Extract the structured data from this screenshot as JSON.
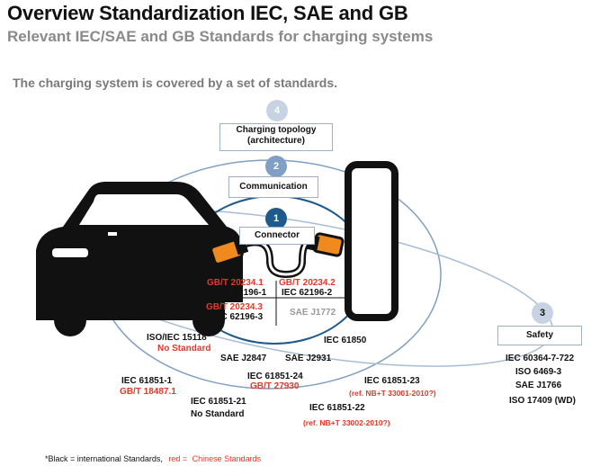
{
  "header": {
    "title": "Overview Standardization IEC, SAE and GB",
    "subtitle": "Relevant IEC/SAE and GB Standards for charging systems",
    "intro": "The charging system is covered by a set of  standards."
  },
  "circles": {
    "c4": {
      "number": "4",
      "label_line1": "Charging topology",
      "label_line2": "(architecture)"
    },
    "c2": {
      "number": "2",
      "label": "Communication"
    },
    "c1": {
      "number": "1",
      "label": "Connector"
    },
    "c3": {
      "number": "3",
      "label": "Safety"
    }
  },
  "connector_standards": {
    "gbt_20234_1": "GB/T 20234.1",
    "gbt_20234_2": "GB/T 20234.2",
    "iec_62196_1": "IEC 62196-1",
    "iec_62196_2": "IEC 62196-2",
    "gbt_20234_3": "GB/T 20234.3",
    "iec_62196_3": "IEC 62196-3",
    "sae_j1772": "SAE J1772"
  },
  "communication_standards": {
    "iso_iec_15118": "ISO/IEC 15118",
    "no_standard_1": "No Standard",
    "iec_61850": "IEC 61850",
    "sae_j2847": "SAE J2847",
    "sae_j2931": "SAE J2931"
  },
  "topology_standards": {
    "iec_61851_1": "IEC 61851-1",
    "gbt_18487_1": "GB/T 18487.1",
    "iec_61851_24": "IEC 61851-24",
    "gbt_27930": "GB/T 27930",
    "iec_61851_23": "IEC 61851-23",
    "ref_nb_33001": "(ref. NB+T 33001-2010?)",
    "iec_61851_21": "IEC 61851-21",
    "no_standard_2": "No Standard",
    "iec_61851_22": "IEC 61851-22",
    "ref_nb_33002": "(ref. NB+T 33002-2010?)"
  },
  "safety_standards": [
    "IEC 60364-7-722",
    "ISO 6469-3",
    "SAE J1766",
    "ISO 17409 (WD)"
  ],
  "footer": {
    "black_note": "*Black = international Standards,",
    "red_prefix": "red = ",
    "red_note": "Chinese Standards"
  },
  "colors": {
    "accent_red": "#e03a2a",
    "circle_dark": "#1f5a8c",
    "circle_light": "#7f9fc4",
    "circle_pale": "#a9bdd6",
    "plug_orange": "#f08a1e"
  }
}
